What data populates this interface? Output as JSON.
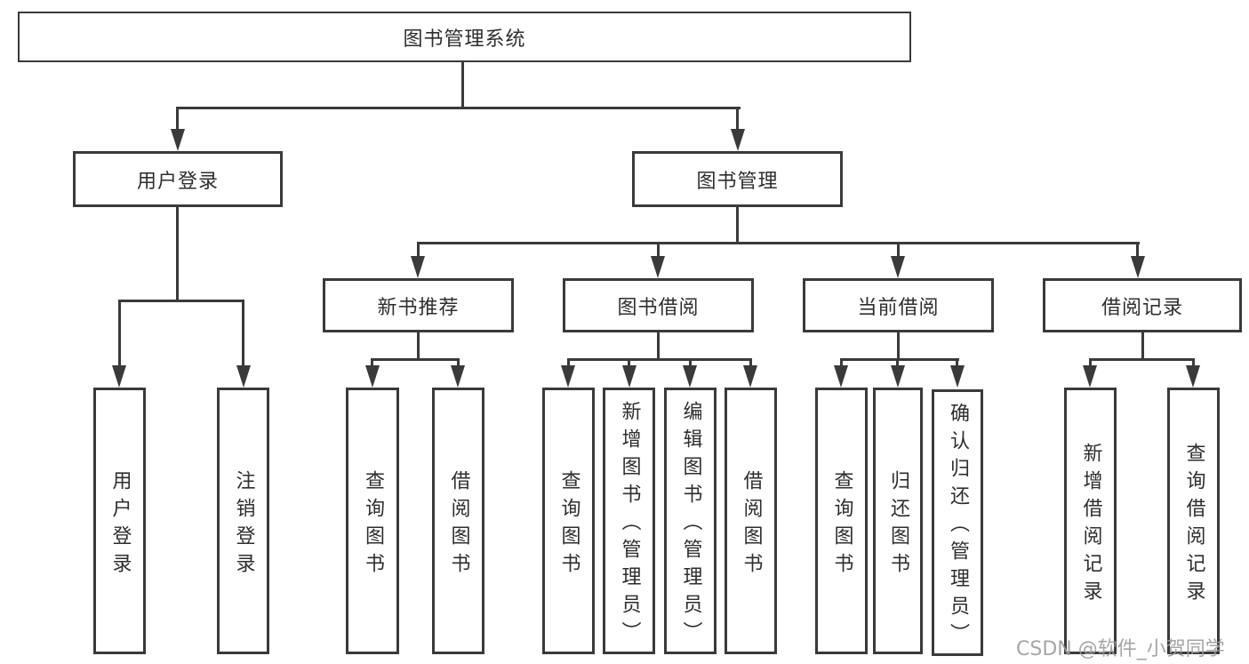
{
  "root": {
    "label": "图书管理系统"
  },
  "login": {
    "label": "用户登录",
    "children": [
      {
        "label": "用户登录"
      },
      {
        "label": "注销登录"
      }
    ]
  },
  "management": {
    "label": "图书管理",
    "sections": [
      {
        "label": "新书推荐",
        "children": [
          {
            "label": "查询图书"
          },
          {
            "label": "借阅图书"
          }
        ]
      },
      {
        "label": "图书借阅",
        "children": [
          {
            "label": "查询图书"
          },
          {
            "label": "新增图书（管理员）"
          },
          {
            "label": "编辑图书（管理员）"
          },
          {
            "label": "借阅图书"
          }
        ]
      },
      {
        "label": "当前借阅",
        "children": [
          {
            "label": "查询图书"
          },
          {
            "label": "归还图书"
          },
          {
            "label": "确认归还（管理员）"
          }
        ]
      },
      {
        "label": "借阅记录",
        "children": [
          {
            "label": "新增借阅记录"
          },
          {
            "label": "查询借阅记录"
          }
        ]
      }
    ]
  },
  "watermark": "CSDN @软件_小贺同学",
  "colors": {
    "line": "#3a3a3a",
    "text": "#2e2e2e",
    "watermark": "#9c9c9c",
    "background": "#ffffff"
  }
}
